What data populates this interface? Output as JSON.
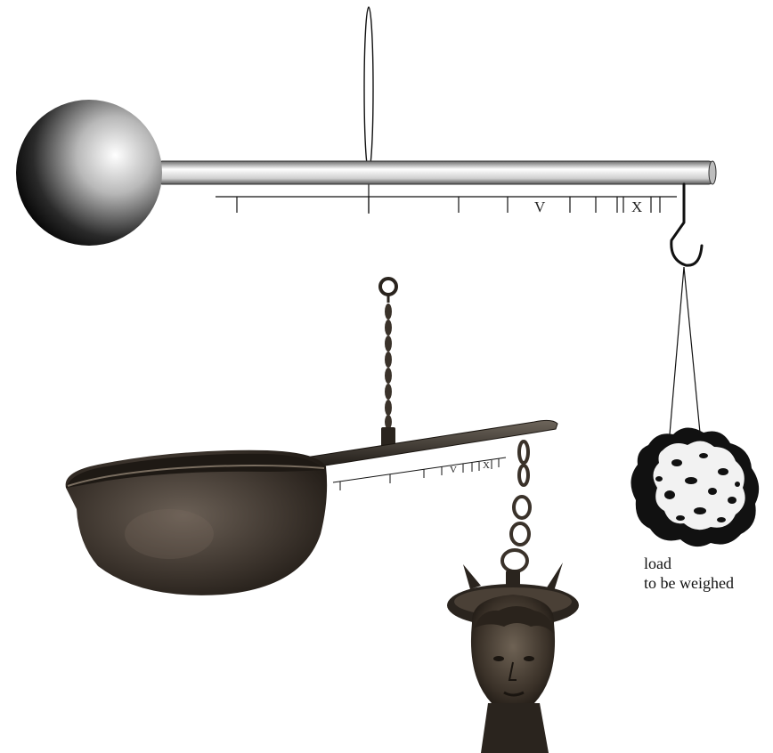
{
  "diagram": {
    "beam_scale_labels": [
      "V",
      "X"
    ],
    "photo_scale_labels": [
      "V",
      "X"
    ],
    "caption": {
      "line1": "load",
      "line2": "to be weighed"
    }
  },
  "colors": {
    "ink": "#111111",
    "bronze_dark": "#2a241e",
    "bronze_mid": "#5a4f43",
    "load_light": "#f2f2f2"
  }
}
